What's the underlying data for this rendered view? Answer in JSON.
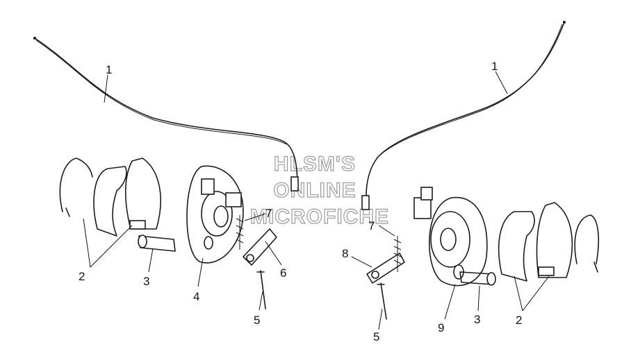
{
  "watermark": {
    "lines": [
      "HLSM'S",
      "ONLINE",
      "MICROFICHE"
    ],
    "color": "#9a9a9a"
  },
  "callouts": {
    "left_cable": "1",
    "right_cable": "1",
    "left_shoes": "2",
    "right_shoes": "2",
    "left_cam": "3",
    "right_cam": "3",
    "left_backing_plate": "4",
    "left_bolt": "5",
    "right_bolt": "5",
    "left_lever": "6",
    "left_spring": "7",
    "right_spring": "7",
    "right_lever": "8",
    "right_backing_plate": "9"
  },
  "colors": {
    "line": "#1a1a1a",
    "background": "#ffffff"
  }
}
